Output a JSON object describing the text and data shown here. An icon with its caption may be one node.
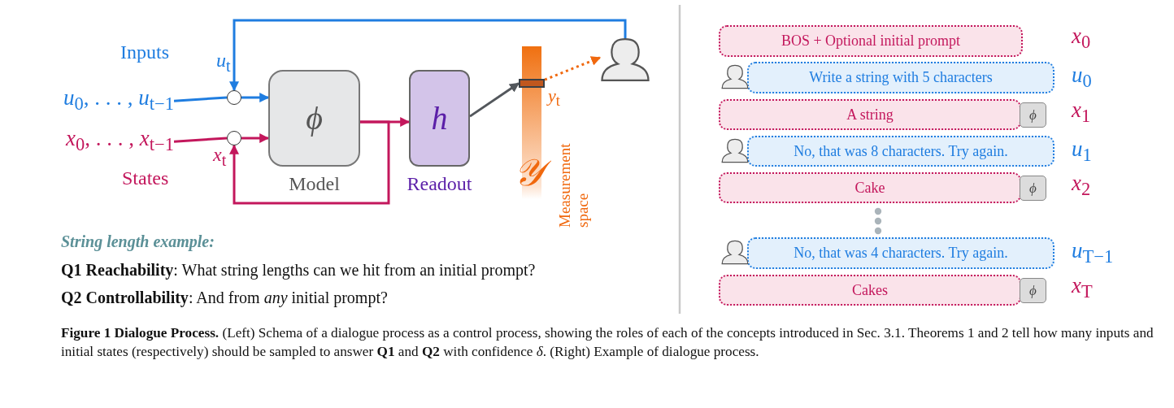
{
  "diagram": {
    "caption": "**Figure 1 Dialogue Process.** (Left) Schema of a dialogue process as a control process, showing the roles of each of the concepts introduced in Sec. 3.1. Theorems 1 and 2 tell how many inputs and initial states (respectively) should be sampled to answer **Q1** and **Q2** with confidence *δ*. (Right) Example of dialogue process.",
    "nodes": [
      {
        "text": [
          "*u*$_{0}$, . . . , *u*$_{t−1}$"
        ]
      },
      {
        "text": [
          "*x*$_{0}$, . . . , *x*$_{t−1}$"
        ]
      },
      {
        "text": [],
        "shape": "circle"
      },
      {
        "text": [],
        "shape": "circle"
      },
      {
        "text": [
          "ϕ",
          "Model"
        ]
      },
      {
        "text": [
          "h",
          "Readout"
        ]
      },
      {
        "text": [
          "𝒴"
        ],
        "beside": [
          "Measurement space"
        ]
      },
      {
        "text": [],
        "shape": "box",
        "beside": [
          "*y*$_{t}$"
        ]
      },
      {
        "text": [],
        "shape": "person"
      },
      {
        "text": [
          "BOS + Optional initial prompt"
        ]
      },
      {
        "text": [
          "Write a string with 5 characters"
        ],
        "beside": [
          "*u*$_{0}$"
        ]
      },
      {
        "text": [
          "A string"
        ]
      },
      {
        "text": [
          "ϕ"
        ]
      },
      {
        "text": [
          "No, that was 8 characters. Try again."
        ],
        "beside": [
          "*u*$_{1}$"
        ]
      },
      {
        "text": [
          "Cake"
        ]
      },
      {
        "text": [
          "ϕ"
        ]
      },
      {
        "text": [
          "No, that was 4 characters. Try again."
        ],
        "beside": [
          "*u*$_{T−1}$"
        ]
      },
      {
        "text": [
          "Cakes"
        ]
      },
      {
        "text": [
          "ϕ"
        ]
      }
    ],
    "edges": [
      {
        "from": 0,
        "to": 2,
        "arrow": "none",
        "color": "#1f7de0"
      },
      {
        "from": 2,
        "to": 4,
        "arrow": "to",
        "color": "#1f7de0"
      },
      {
        "from": 1,
        "to": 3,
        "arrow": "none"
      },
      {
        "from": 3,
        "to": 4,
        "arrow": "to"
      },
      {
        "from": 4,
        "to": 5,
        "arrow": "to"
      },
      {
        "from": 4,
        "to": 3,
        "arrow": "to",
        "label": "*x*$_{t}$"
      },
      {
        "from": 8,
        "to": 2,
        "arrow": "to",
        "label": "*u*$_{t}$",
        "color": "#1f7de0"
      },
      {
        "from": 5,
        "to": 7,
        "arrow": "to",
        "color": "#53575c"
      },
      {
        "from": 7,
        "to": 8,
        "arrow": "to",
        "style": "dashed",
        "color": "#f0680e"
      }
    ],
    "labels": [
      "Inputs",
      "States",
      "String length example:",
      "**Q1 Reachability**: What string lengths can we hit from an initial prompt?",
      "**Q2 Controllability**: And from *any* initial prompt?",
      "*x*$_{0}$",
      "*x*$_{1}$",
      "*x*$_{2}$",
      "*x*$_{T}$"
    ]
  }
}
